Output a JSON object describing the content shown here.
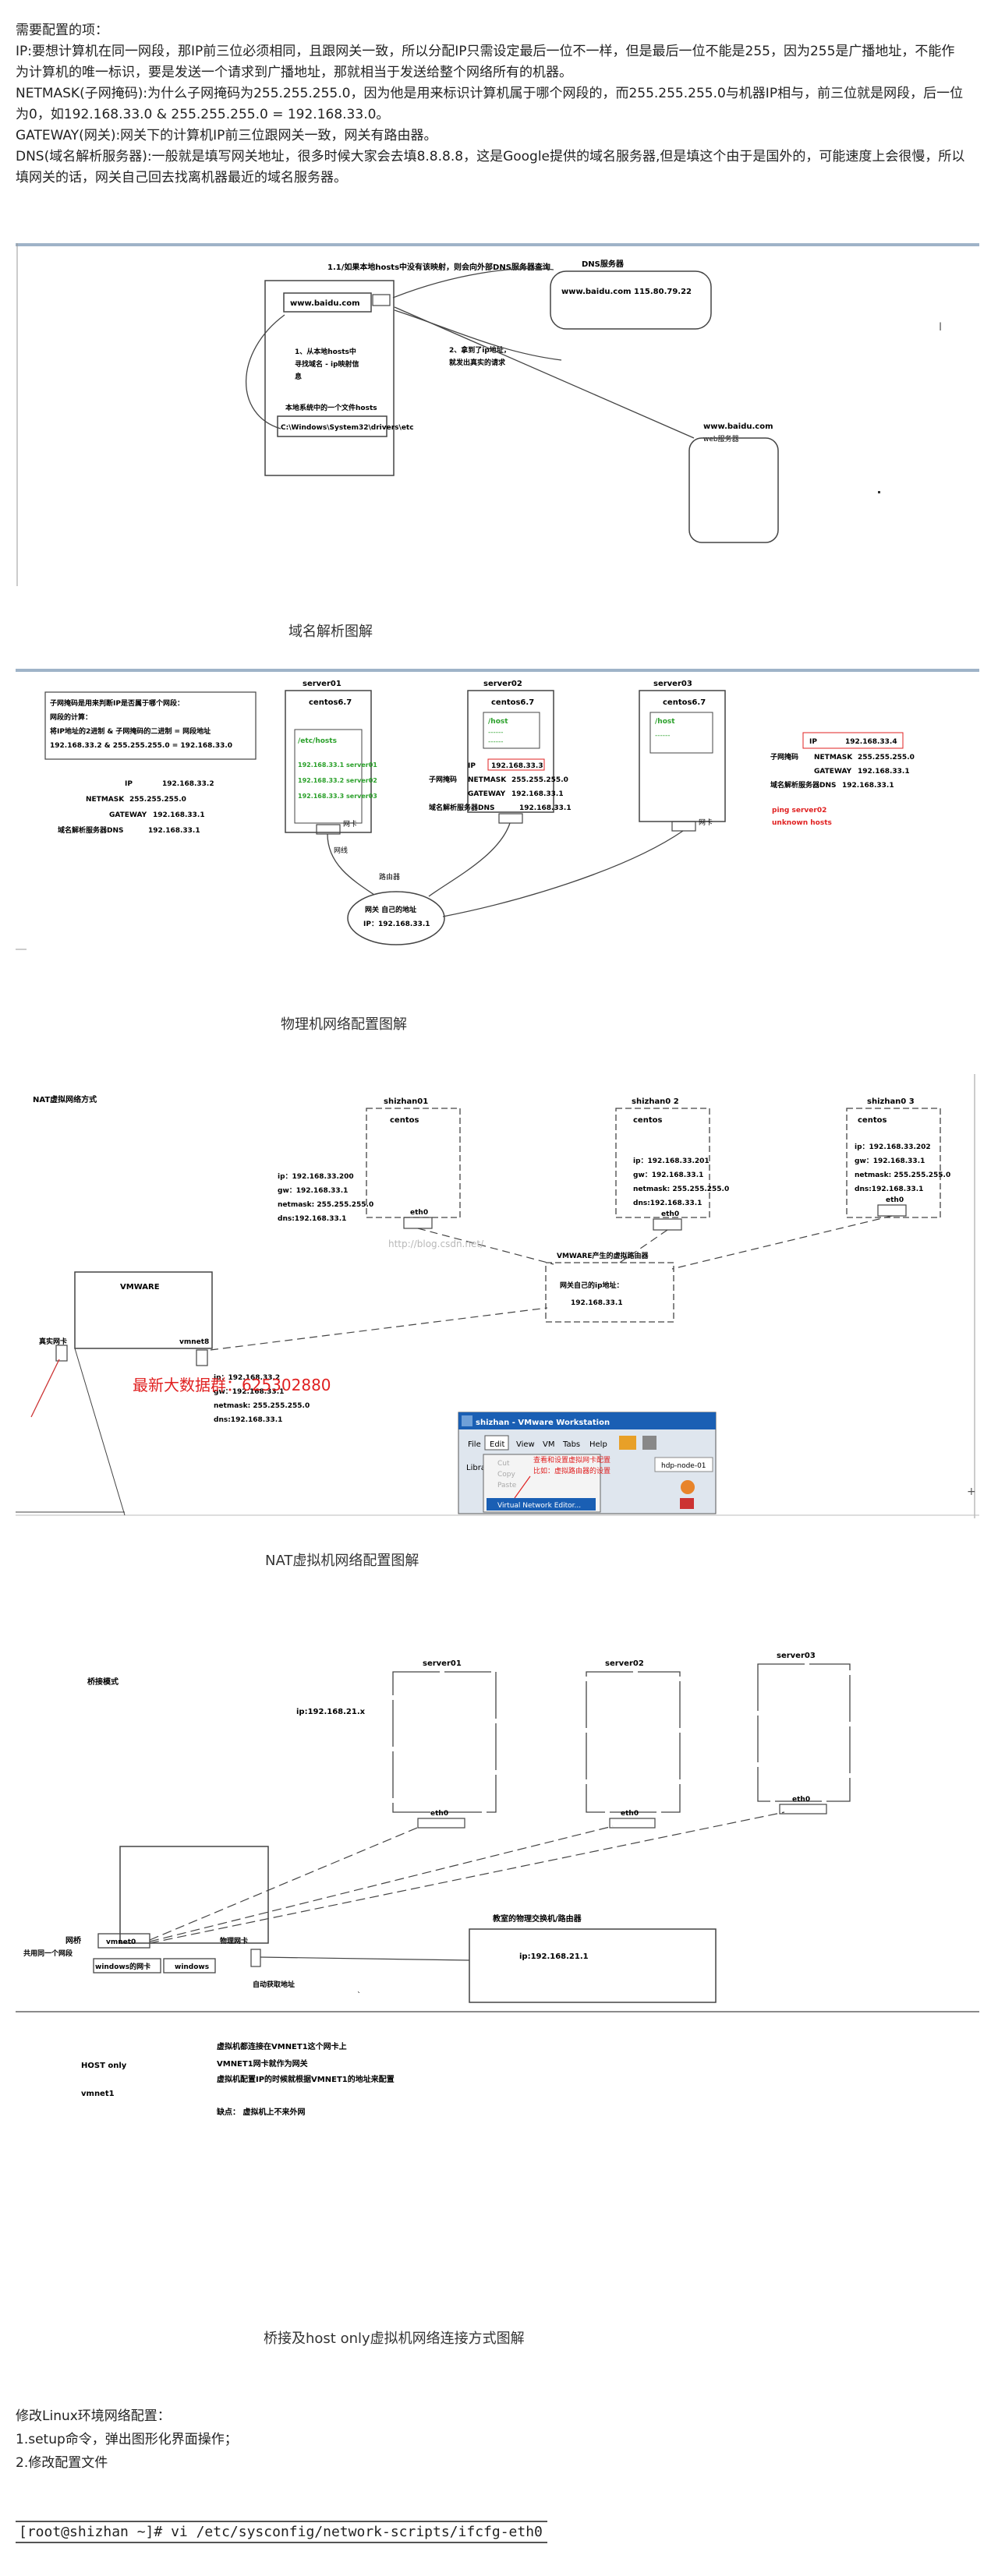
{
  "intro": {
    "heading": "需要配置的项：",
    "ip": "IP:要想计算机在同一网段，那IP前三位必须相同，且跟网关一致，所以分配IP只需设定最后一位不一样，但是最后一位不能是255，因为255是广播地址，不能作为计算机的唯一标识，要是发送一个请求到广播地址，那就相当于发送给整个网络所有的机器。",
    "netmask": "NETMASK(子网掩码):为什么子网掩码为255.255.255.0，因为他是用来标识计算机属于哪个网段的，而255.255.255.0与机器IP相与，前三位就是网段，后一位为0，如192.168.33.0 & 255.255.255.0 = 192.168.33.0。",
    "gateway": "GATEWAY(网关):网关下的计算机IP前三位跟网关一致，网关有路由器。",
    "dns": "DNS(域名解析服务器):一般就是填写网关地址，很多时候大家会去填8.8.8.8，这是Google提供的域名服务器,但是填这个由于是国外的，可能速度上会很慢，所以填网关的话，网关自己回去找离机器最近的域名服务器。"
  },
  "panel1": {
    "caption": "域名解析图解",
    "top_note": "1.1/如果本地hosts中没有该映射，则会向外部DNS服务器查询",
    "browser_url": "www.baidu.com",
    "step_local": [
      "1、从本地hosts中",
      "寻找域名 - ip映射信",
      "息"
    ],
    "hosts_label": "本地系统中的一个文件hosts",
    "hosts_path": "C:\\Windows\\System32\\drivers\\etc",
    "dns_title": "DNS服务器",
    "dns_entry": "www.baidu.com   115.80.79.22",
    "step_ip": [
      "2、拿到了ip地址，",
      "就发出真实的请求"
    ],
    "web_title": "www.baidu.com",
    "web_sub": "web服务器"
  },
  "panel2": {
    "caption": "物理机网络配置图解",
    "note_lines": [
      "子网掩码是用来判断IP是否属于哪个网段：",
      "网段的计算：",
      "将IP地址的2进制 & 子网掩码的二进制 = 网段地址",
      "192.168.33.2  &  255.255.255.0  = 192.168.33.0"
    ],
    "s1": {
      "name": "server01",
      "os": "centos6.7",
      "hosts": [
        "/etc/hosts",
        "192.168.33.1 server01",
        "192.168.33.2 server02",
        "192.168.33.3 server03"
      ]
    },
    "s2": {
      "name": "server02",
      "os": "centos6.7",
      "hosts": [
        "/host",
        "------",
        "------"
      ]
    },
    "s3": {
      "name": "server03",
      "os": "centos6.7",
      "hosts": [
        "/host",
        "------"
      ]
    },
    "cfg_left": {
      "ip": "192.168.33.2",
      "mask": "255.255.255.0",
      "gw": "192.168.33.1",
      "dns": "192.168.33.1"
    },
    "cfg_mid": {
      "ip": "192.168.33.3",
      "mask": "255.255.255.0",
      "gw": "192.168.33.1",
      "dns": "192.168.33.1"
    },
    "cfg_right": {
      "ip": "192.168.33.4",
      "mask": "255.255.255.0",
      "gw": "192.168.33.1",
      "dns": "192.168.33.1"
    },
    "lbl_ip": "IP",
    "lbl_mask": "子网掩码",
    "lbl_gw": "GATEWAY",
    "lbl_dns": "域名解析服务器DNS",
    "lbl_netmask": "NETMASK",
    "lbl_dns_short": "DNS",
    "nic": "网卡",
    "cable": "网线",
    "router": "路由器",
    "router_ip_label": "网关 自己的地址",
    "router_ip": "IP：192.168.33.1",
    "ping1": "ping server02",
    "ping2": "unknown hosts"
  },
  "panel3": {
    "caption": "NAT虚拟机网络配置图解",
    "title": "NAT虚拟网络方式",
    "hosts": [
      {
        "name": "shizhan01",
        "os": "centos",
        "ip": "ip：192.168.33.200",
        "gw": "gw：192.168.33.1",
        "mask": "netmask: 255.255.255.0",
        "dns": "dns:192.168.33.1"
      },
      {
        "name": "shizhan0 2",
        "os": "centos",
        "ip": "ip：192.168.33.201",
        "gw": "gw：192.168.33.1",
        "mask": "netmask: 255.255.255.0",
        "dns": "dns:192.168.33.1"
      },
      {
        "name": "shizhan0 3",
        "os": "centos",
        "ip": "ip：192.168.33.202",
        "gw": "gw：192.168.33.1",
        "mask": "netmask: 255.255.255.0",
        "dns": "dns:192.168.33.1"
      }
    ],
    "eth": "eth0",
    "vmware": "VMWARE",
    "real_nic": "真实网卡",
    "vmnet8": "vmnet8",
    "router_title": "VMWARE产生的虚拟路由器",
    "router_ip_label": "网关自己的ip地址：",
    "router_ip": "192.168.33.1",
    "vm_ip": "ip：192.168.33.2",
    "vm_gw": "gw：192.168.33.1",
    "vm_mask": "netmask: 255.255.255.0",
    "vm_dns": "dns:192.168.33.1",
    "watermark": "http://blog.csdn.net/",
    "red_text": "最新大数据群：625302880",
    "ws_title": "shizhan - VMware Workstation",
    "ws_menu": [
      "File",
      "Edit",
      "View",
      "VM",
      "Tabs",
      "Help"
    ],
    "ws_tab": "hdp-node-01",
    "ws_lib": "Library",
    "ws_items": [
      "Cut",
      "Copy",
      "Paste"
    ],
    "ws_vne": "Virtual Network Editor...",
    "ws_note": [
      "查看和设置虚拟网卡配置",
      "比如：虚拟路由器的设置"
    ]
  },
  "panel4": {
    "caption": "桥接及host only虚拟机网络连接方式图解",
    "title": "桥接模式",
    "servers": [
      "server01",
      "server02",
      "server03"
    ],
    "ip_label": "ip:192.168.21.x",
    "eth": "eth0",
    "net_label": "网桥",
    "share_label": "共用同一个网段",
    "vmnet0": "vmnet0",
    "win_nic": "windows的网卡",
    "windows": "windows",
    "phys_nic": "物理网卡",
    "auto_ip": "自动获取地址",
    "switch_title": "教室的物理交换机/路由器",
    "switch_ip": "ip:192.168.21.1",
    "ho_title": "HOST only",
    "ho_sub": "vmnet1",
    "ho_lines": [
      "虚拟机都连接在VMNET1这个网卡上",
      "VMNET1网卡就作为网关",
      "虚拟机配置IP的时候就根据VMNET1的地址来配置"
    ],
    "ho_shortcoming": "缺点：  虚拟机上不来外网"
  },
  "footer": {
    "title": "修改Linux环境网络配置：",
    "step1": "1.setup命令，弹出图形化界面操作；",
    "step2": "2.修改配置文件",
    "command": "[root@shizhan ~]# vi /etc/sysconfig/network-scripts/ifcfg-eth0"
  },
  "colors": {
    "green": "#2aa02a",
    "red": "#e02020",
    "blue": "#1a5fb4"
  }
}
